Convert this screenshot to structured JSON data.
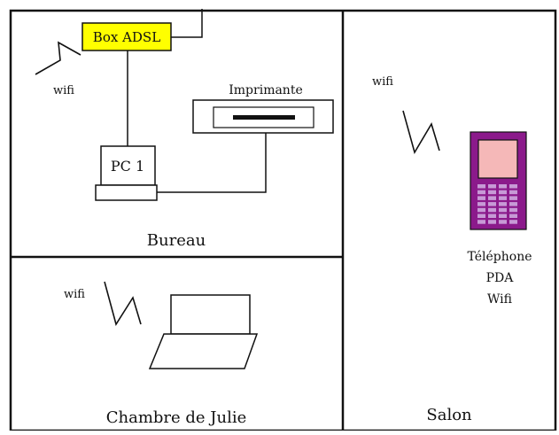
{
  "colors": {
    "ink": "#111111",
    "box_fill": "#ffff00",
    "phone_body": "#8b1a8b",
    "phone_screen": "#f5b8b8",
    "phone_keys": "#c79ad6"
  },
  "rooms": {
    "bureau": "Bureau",
    "chambre": "Chambre de Julie",
    "salon": "Salon"
  },
  "devices": {
    "box": "Box ADSL",
    "imprimante": "Imprimante",
    "pc": "PC 1",
    "phone_lines": [
      "Téléphone",
      "PDA",
      "Wifi"
    ]
  },
  "wifi": {
    "bureau": "wifi",
    "salon": "wifi",
    "chambre": "wifi"
  }
}
